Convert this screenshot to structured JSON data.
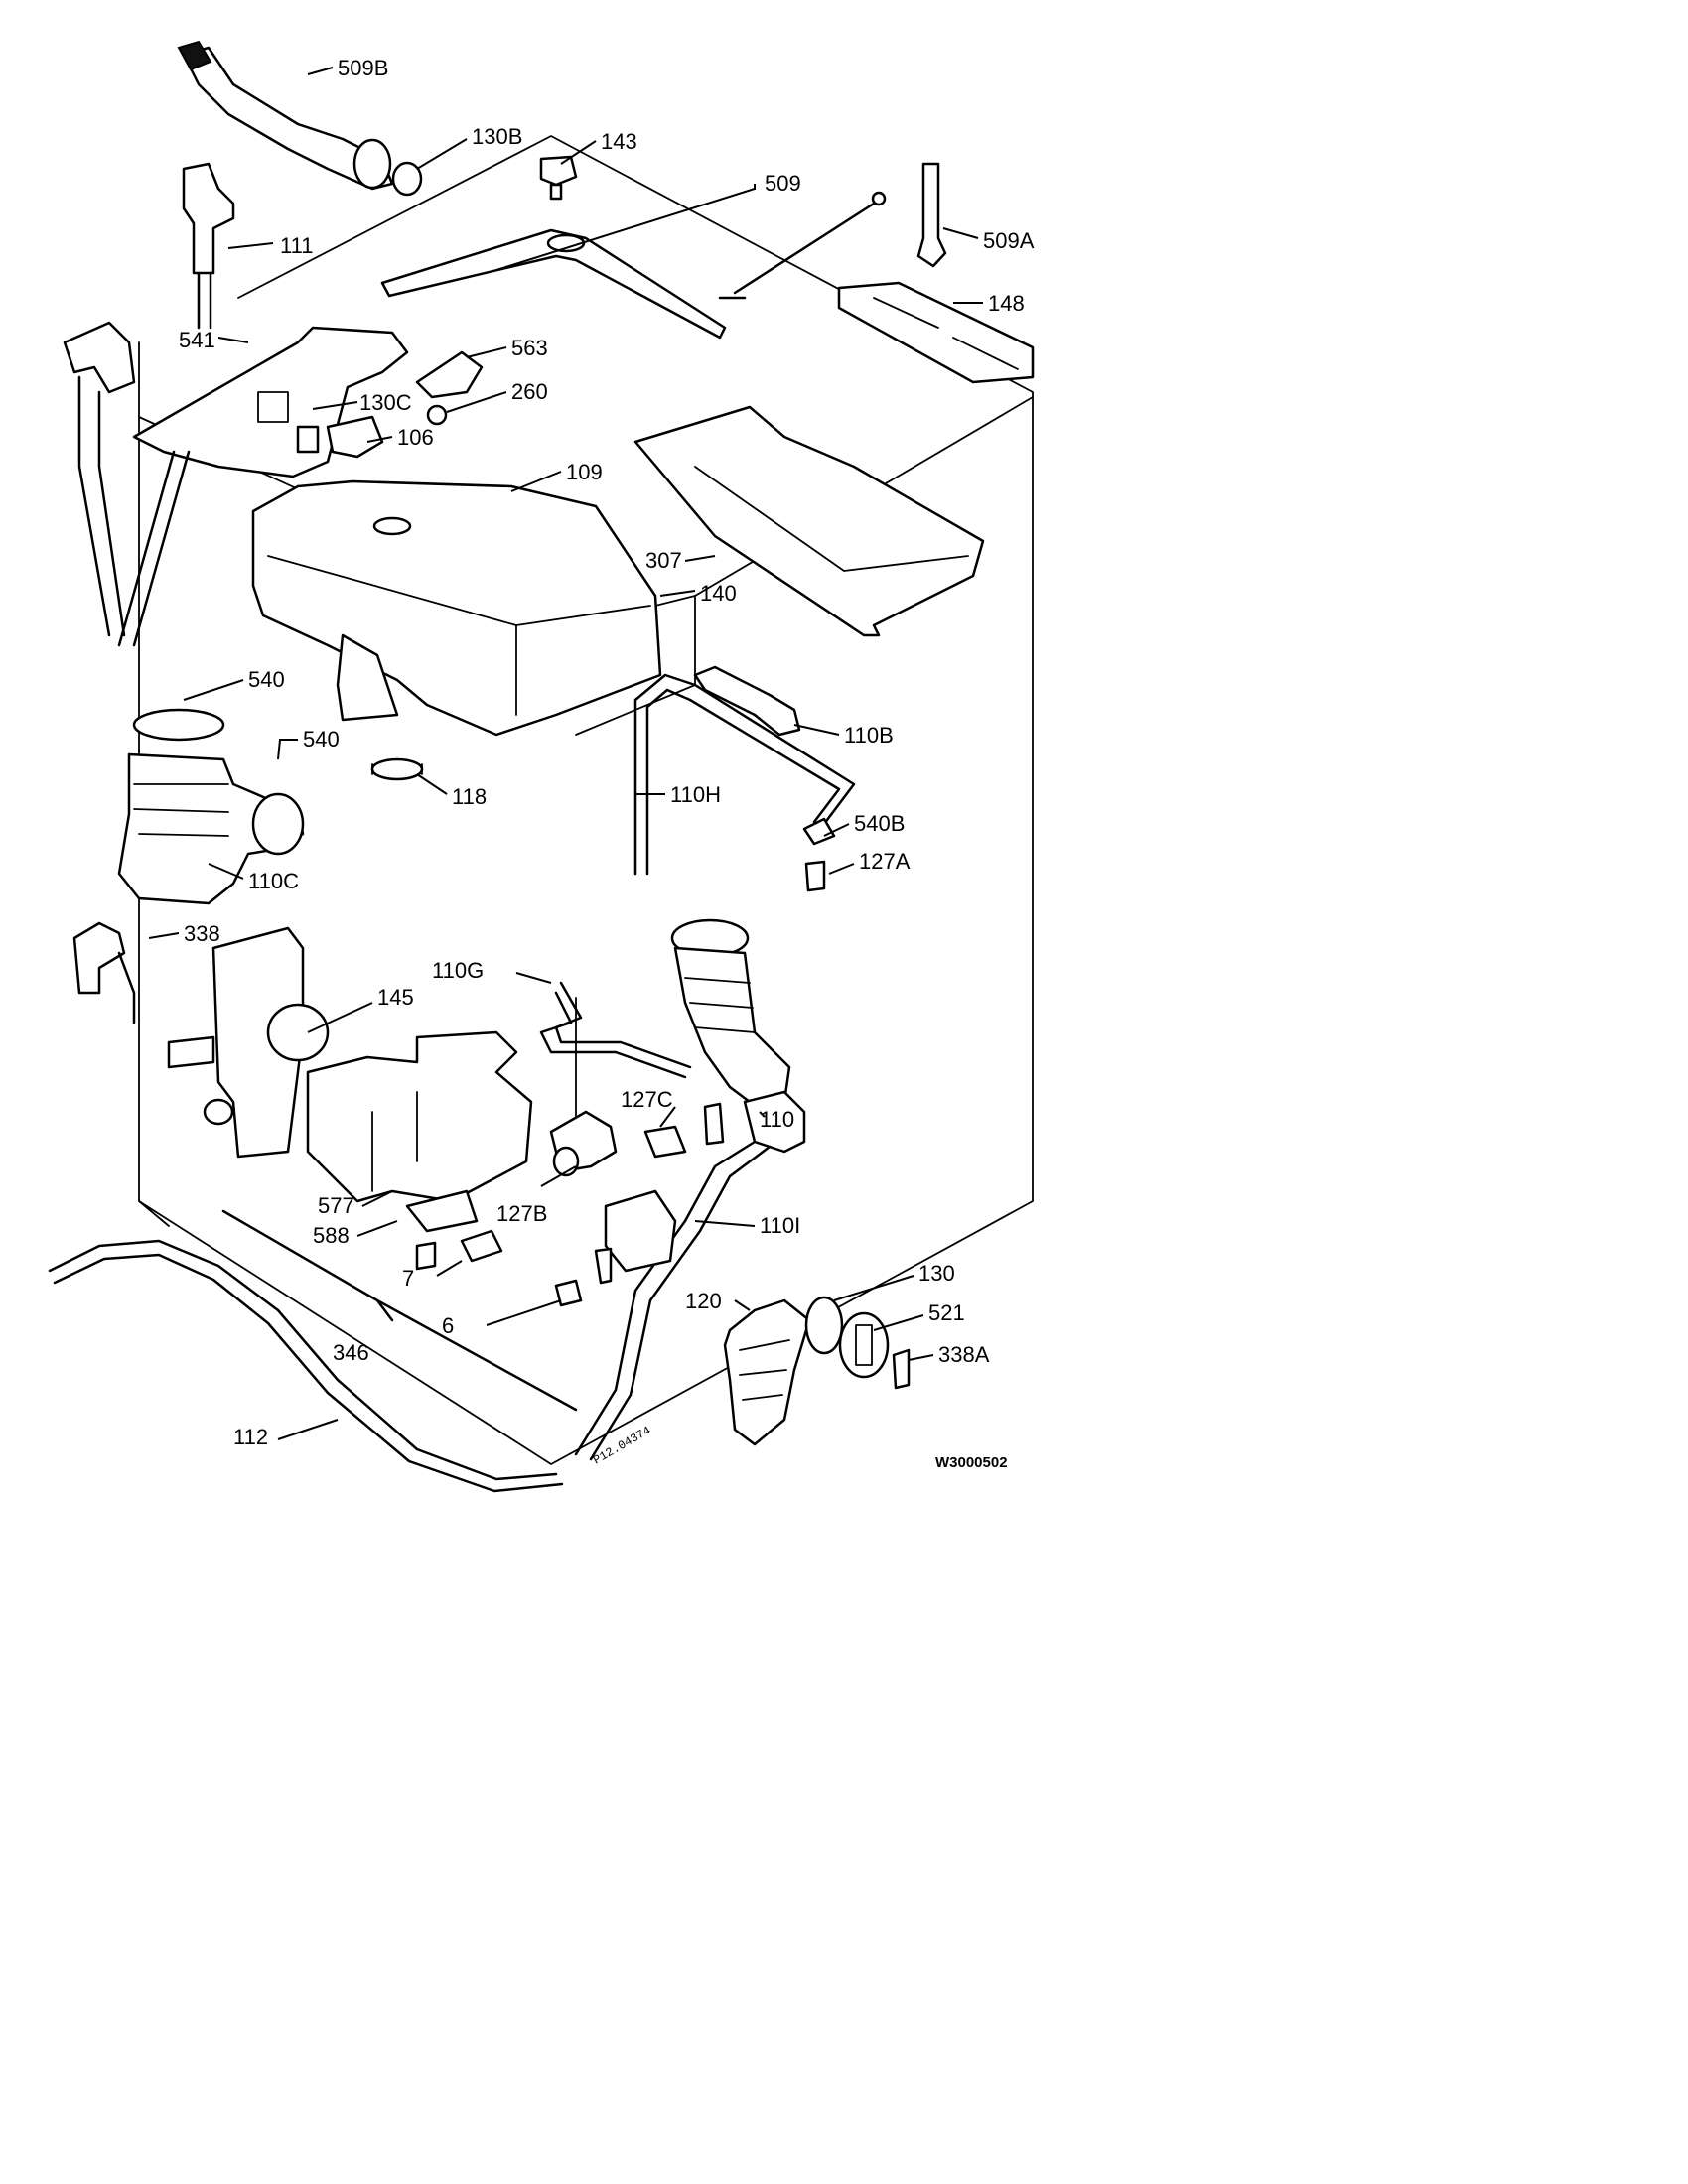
{
  "diagram": {
    "reference_code": "W3000502",
    "stamp_text": "P12.04374",
    "labels": {
      "l509b": "509B",
      "l130b": "130B",
      "l143": "143",
      "l509": "509",
      "l509a": "509A",
      "l111": "111",
      "l148": "148",
      "l541": "541",
      "l563": "563",
      "l260": "260",
      "l130c": "130C",
      "l106": "106",
      "l109": "109",
      "l307": "307",
      "l140": "140",
      "l540a": "540",
      "l540b_top": "540",
      "l110b": "110B",
      "l118": "118",
      "l110h": "110H",
      "l540b": "540B",
      "l127a": "127A",
      "l110c": "110C",
      "l338": "338",
      "l110g": "110G",
      "l145": "145",
      "l110": "110",
      "l127c": "127C",
      "l577": "577",
      "l127b": "127B",
      "l588": "588",
      "l110i": "110I",
      "l7": "7",
      "l130": "130",
      "l120": "120",
      "l521": "521",
      "l6": "6",
      "l338a": "338A",
      "l346": "346",
      "l112": "112"
    }
  }
}
